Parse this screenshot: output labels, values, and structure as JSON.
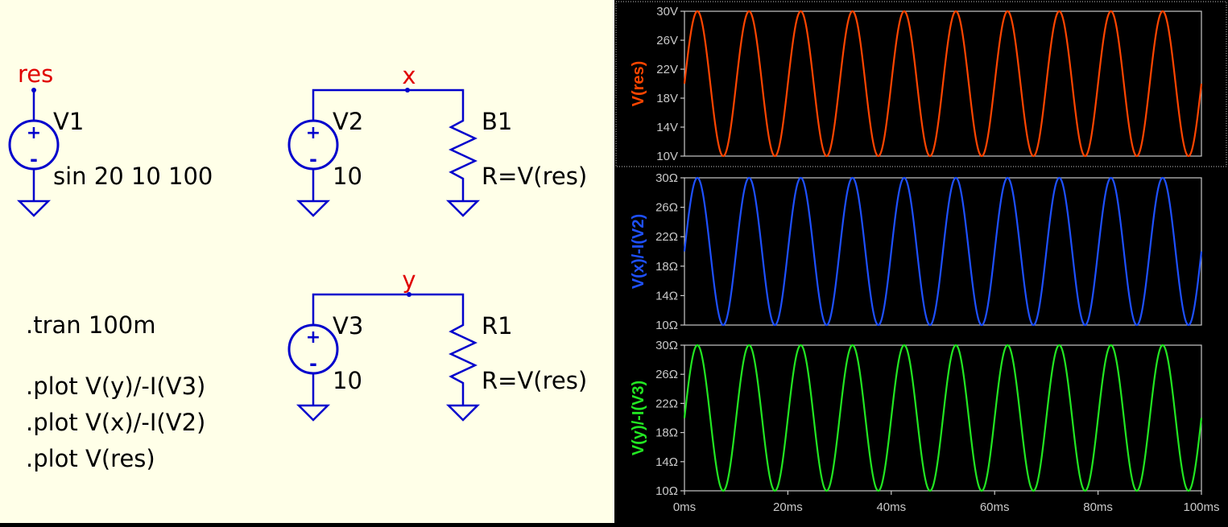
{
  "schematic": {
    "wire_color": "#0000CC",
    "net_label_color": "#E00000",
    "text_color": "#000000",
    "components": {
      "v1": {
        "name": "V1",
        "value": "sin 20 10 100",
        "net": "res"
      },
      "v2": {
        "name": "V2",
        "value": "10",
        "net": "x"
      },
      "b1": {
        "name": "B1",
        "value": "R=V(res)"
      },
      "v3": {
        "name": "V3",
        "value": "10",
        "net": "y"
      },
      "r1": {
        "name": "R1",
        "value": "R=V(res)"
      }
    },
    "directives": {
      "tran": ".tran 100m",
      "plot1": ".plot V(y)/-I(V3)",
      "plot2": ".plot V(x)/-I(V2)",
      "plot3": ".plot V(res)"
    }
  },
  "waveform": {
    "axis_color": "#C8C8C8",
    "grid_color": "#C8C8C8"
  },
  "chart_data": [
    {
      "type": "line",
      "title": "",
      "ylabel": "V(res)",
      "color": "#FF4500",
      "xlim": [
        0,
        100
      ],
      "ylim": [
        10,
        30
      ],
      "yticks": [
        "10V",
        "14V",
        "18V",
        "22V",
        "26V",
        "30V"
      ],
      "series": [
        {
          "name": "V(res)",
          "function": "20+10*sin(2*pi*100*t)",
          "offset": 20,
          "amplitude": 10,
          "frequency_hz": 100
        }
      ]
    },
    {
      "type": "line",
      "title": "",
      "ylabel": "V(x)/-I(V2)",
      "color": "#1E50FF",
      "xlim": [
        0,
        100
      ],
      "ylim": [
        10,
        30
      ],
      "yticks": [
        "10Ω",
        "14Ω",
        "18Ω",
        "22Ω",
        "26Ω",
        "30Ω"
      ],
      "series": [
        {
          "name": "V(x)/-I(V2)",
          "function": "20+10*sin(2*pi*100*t)",
          "offset": 20,
          "amplitude": 10,
          "frequency_hz": 100
        }
      ]
    },
    {
      "type": "line",
      "title": "",
      "ylabel": "V(y)/-I(V3)",
      "color": "#22E622",
      "xlim": [
        0,
        100
      ],
      "ylim": [
        10,
        30
      ],
      "yticks": [
        "10Ω",
        "14Ω",
        "18Ω",
        "22Ω",
        "26Ω",
        "30Ω"
      ],
      "xticks": [
        "0ms",
        "20ms",
        "40ms",
        "60ms",
        "80ms",
        "100ms"
      ],
      "xlabel_unit": "ms",
      "series": [
        {
          "name": "V(y)/-I(V3)",
          "function": "20+10*sin(2*pi*100*t)",
          "offset": 20,
          "amplitude": 10,
          "frequency_hz": 100
        }
      ]
    }
  ]
}
